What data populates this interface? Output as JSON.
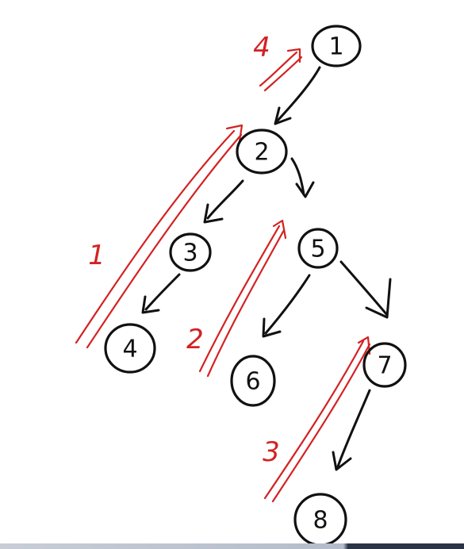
{
  "colors": {
    "ink": "#111111",
    "traversal": "#d32222",
    "background": "#ffffff"
  },
  "nodes": [
    {
      "id": "1",
      "label": "1"
    },
    {
      "id": "2",
      "label": "2"
    },
    {
      "id": "3",
      "label": "3"
    },
    {
      "id": "4",
      "label": "4"
    },
    {
      "id": "5",
      "label": "5"
    },
    {
      "id": "6",
      "label": "6"
    },
    {
      "id": "7",
      "label": "7"
    },
    {
      "id": "8",
      "label": "8"
    }
  ],
  "edges": [
    {
      "from": "1",
      "to": "2"
    },
    {
      "from": "2",
      "to": "3"
    },
    {
      "from": "2",
      "to": "5"
    },
    {
      "from": "3",
      "to": "4"
    },
    {
      "from": "5",
      "to": "6"
    },
    {
      "from": "5",
      "to": "7"
    },
    {
      "from": "7",
      "to": "8"
    }
  ],
  "traversal_arrows": [
    {
      "label": "1",
      "from": "4",
      "to": "2"
    },
    {
      "label": "2",
      "from": "6",
      "to": "5"
    },
    {
      "label": "3",
      "from": "8",
      "to": "7"
    },
    {
      "label": "4",
      "from": "",
      "to": "1"
    }
  ]
}
